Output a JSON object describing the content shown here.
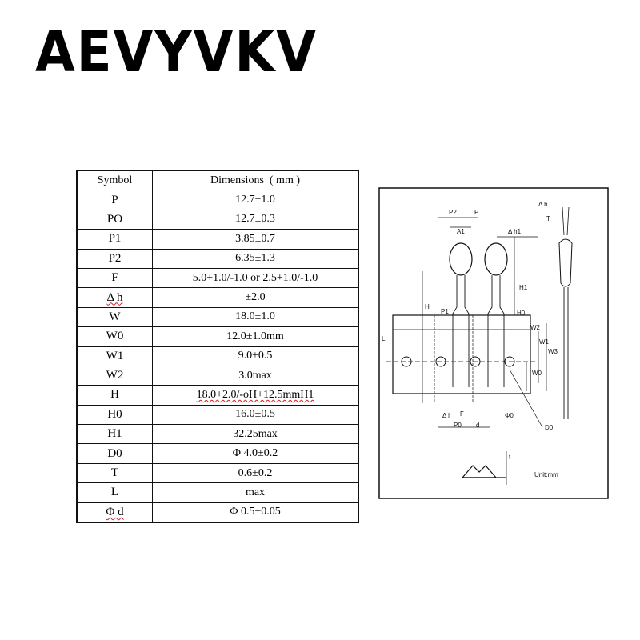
{
  "header": {
    "brand": "AEVYVKV"
  },
  "table": {
    "headers": {
      "symbol": "Symbol",
      "dimensions": "Dimensions ( mm )"
    },
    "rows": [
      {
        "symbol": "P",
        "value": "12.7±1.0"
      },
      {
        "symbol": "PO",
        "value": "12.7±0.3"
      },
      {
        "symbol": "P1",
        "value": "3.85±0.7"
      },
      {
        "symbol": "P2",
        "value": "6.35±1.3"
      },
      {
        "symbol": "F",
        "value": "5.0+1.0/-1.0 or 2.5+1.0/-1.0"
      },
      {
        "symbol": "Δ h",
        "value": "±2.0"
      },
      {
        "symbol": "W",
        "value": "18.0±1.0"
      },
      {
        "symbol": "W0",
        "value": "12.0±1.0mm"
      },
      {
        "symbol": "W1",
        "value": "9.0±0.5"
      },
      {
        "symbol": "W2",
        "value": "3.0max"
      },
      {
        "symbol": "H",
        "value": "18.0+2.0/-oH+12.5mmH1"
      },
      {
        "symbol": "H0",
        "value": "16.0±0.5"
      },
      {
        "symbol": "H1",
        "value": "32.25max"
      },
      {
        "symbol": "D0",
        "value": "Φ 4.0±0.2"
      },
      {
        "symbol": "T",
        "value": "0.6±0.2"
      },
      {
        "symbol": "L",
        "value": "max"
      },
      {
        "symbol": "Φ d",
        "value": "Φ 0.5±0.05"
      }
    ]
  },
  "diagram": {
    "labels": {
      "p2": "P2",
      "p": "P",
      "a1": "A1",
      "dh1": "Δ h1",
      "dh": "Δ h",
      "t_top": "T",
      "h1": "H1",
      "h": "H",
      "h0": "H0",
      "p1": "P1",
      "w2": "W2",
      "w1": "W1",
      "w3": "W3",
      "w0": "W0",
      "l": "L",
      "d0": "D0",
      "dl": "Δ l",
      "f": "F",
      "phi0": "Φ0",
      "po": "P0",
      "d": "d",
      "t_bot": "t",
      "unit": "Unit:mm"
    }
  }
}
